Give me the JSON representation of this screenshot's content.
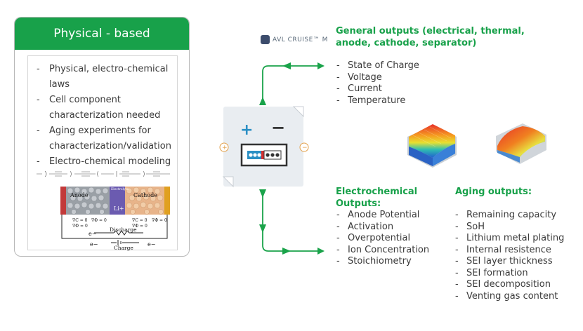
{
  "left_panel": {
    "title": "Physical - based",
    "bullets": [
      "Physical, electro-chemical laws",
      "Cell component characterization needed",
      "Aging experiments for characterization/validation",
      "Electro-chemical modeling"
    ],
    "diagram": {
      "anode": "Anode",
      "electrolyte": "Electrolyte",
      "cathode": "Cathode",
      "ion": "Li+",
      "discharge": "Discharge",
      "charge": "Charge",
      "electron": "e−"
    }
  },
  "center": {
    "logo_text": "AVL CRUISE™ M",
    "plus": "+",
    "minus": "−"
  },
  "general": {
    "heading_line1": "General outputs (electrical, thermal,",
    "heading_line2": "anode, cathode, separator)",
    "items": [
      "State of Charge",
      "Voltage",
      "Current",
      "Temperature"
    ]
  },
  "electrochemical": {
    "heading_line1": "Electrochemical",
    "heading_line2": "Outputs:",
    "items": [
      "Anode Potential",
      "Activation",
      "Overpotential",
      "Ion Concentration",
      "Stoichiometry"
    ]
  },
  "aging": {
    "heading": "Aging outputs:",
    "items": [
      "Remaining capacity",
      "SoH",
      "Lithium metal plating",
      "Internal resistence",
      "SEI layer thickness",
      "SEI formation",
      "SEI decomposition",
      "Venting gas content"
    ]
  },
  "colors": {
    "brand_green": "#18a14a",
    "arrow_green": "#1aa34a",
    "battery_blue": "#2a8fc4",
    "battery_red": "#d93030"
  }
}
